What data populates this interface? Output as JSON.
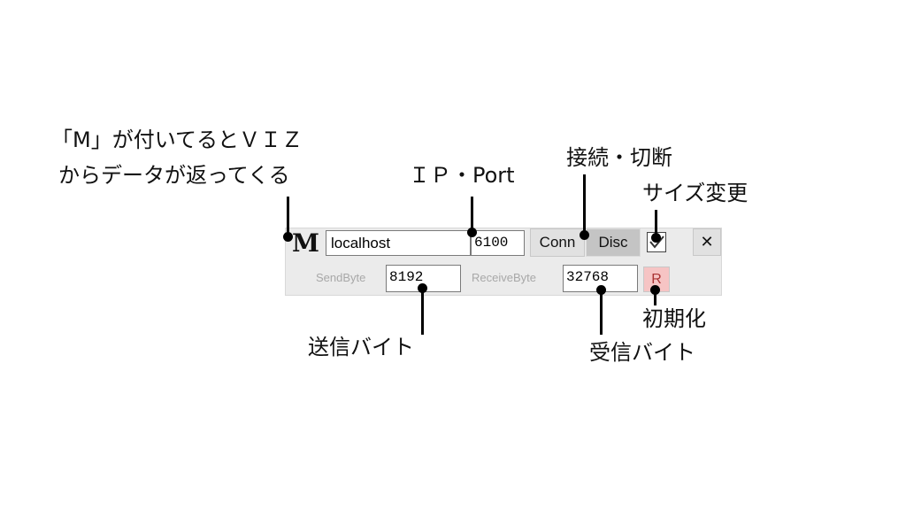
{
  "annotations": {
    "viz_line1": "「M」が付いてるとＶＩＺ",
    "viz_line2": "からデータが返ってくる",
    "ip_port": "ＩＰ・Port",
    "connect_disconnect": "接続・切断",
    "resize": "サイズ変更",
    "send_byte": "送信バイト",
    "receive_byte": "受信バイト",
    "reset": "初期化"
  },
  "widget": {
    "indicator": "M",
    "host": "localhost",
    "port": "6100",
    "connect_label": "Conn",
    "disconnect_label": "Disc",
    "resize_checked": true,
    "close_label": "✕",
    "send_byte_label": "SendByte",
    "send_byte_value": "8192",
    "receive_byte_label": "ReceiveByte",
    "receive_byte_value": "32768",
    "reset_label": "R"
  }
}
